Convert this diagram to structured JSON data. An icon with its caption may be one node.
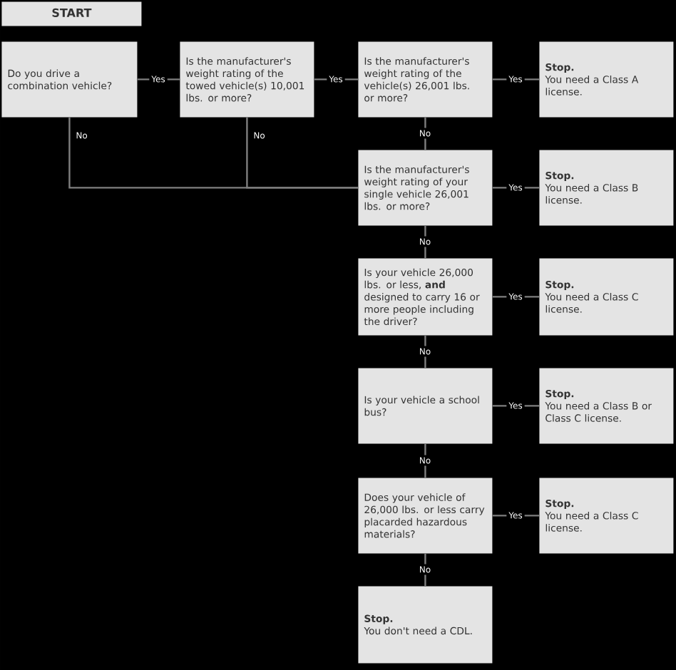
{
  "diagram": {
    "nodes": [
      {
        "text": [
          "START"
        ]
      },
      {
        "text": [
          "Do you drive a combination vehicle?"
        ]
      },
      {
        "text": [
          "Is the manufacturer's weight rating of the towed vehicle(s) 10,001 lbs. or more?"
        ]
      },
      {
        "text": [
          "Is the manufacturer's weight rating of the vehicle(s) 26,001 lbs. or more?"
        ]
      },
      {
        "text": [
          "Stop.",
          "You need a Class A license."
        ]
      },
      {
        "text": [
          "Is the manufacturer's weight rating of your single vehicle 26,001 lbs. or more?"
        ]
      },
      {
        "text": [
          "Stop.",
          "You need a Class B license."
        ]
      },
      {
        "text": [
          "Is your vehicle 26,000 lbs. or less, **and** designed to carry 16 or more people including the driver?"
        ]
      },
      {
        "text": [
          "Stop.",
          "You need a Class C license."
        ]
      },
      {
        "text": [
          "Is your vehicle a school bus?"
        ]
      },
      {
        "text": [
          "Stop.",
          "You need a Class B or Class C license."
        ]
      },
      {
        "text": [
          "Does your vehicle of 26,000 lbs. or less carry placarded hazardous materials?"
        ]
      },
      {
        "text": [
          "Stop.",
          "You need a Class C license."
        ]
      },
      {
        "text": [
          "Stop.",
          "You don't need a CDL."
        ]
      }
    ],
    "edges": [
      {
        "from": 1,
        "to": 2,
        "arrow": "none",
        "label": "Yes"
      },
      {
        "from": 2,
        "to": 3,
        "arrow": "none",
        "label": "Yes"
      },
      {
        "from": 3,
        "to": 4,
        "arrow": "none",
        "label": "Yes"
      },
      {
        "from": 1,
        "to": 5,
        "arrow": "none",
        "label": "No"
      },
      {
        "from": 2,
        "to": 5,
        "arrow": "none",
        "label": "No"
      },
      {
        "from": 3,
        "to": 5,
        "arrow": "none",
        "label": "No"
      },
      {
        "from": 5,
        "to": 6,
        "arrow": "none",
        "label": "Yes"
      },
      {
        "from": 5,
        "to": 7,
        "arrow": "none",
        "label": "No"
      },
      {
        "from": 7,
        "to": 8,
        "arrow": "none",
        "label": "Yes"
      },
      {
        "from": 7,
        "to": 9,
        "arrow": "none",
        "label": "No"
      },
      {
        "from": 9,
        "to": 10,
        "arrow": "none",
        "label": "Yes"
      },
      {
        "from": 9,
        "to": 11,
        "arrow": "none",
        "label": "No"
      },
      {
        "from": 11,
        "to": 12,
        "arrow": "none",
        "label": "Yes"
      },
      {
        "from": 11,
        "to": 13,
        "arrow": "none",
        "label": "No"
      }
    ]
  }
}
